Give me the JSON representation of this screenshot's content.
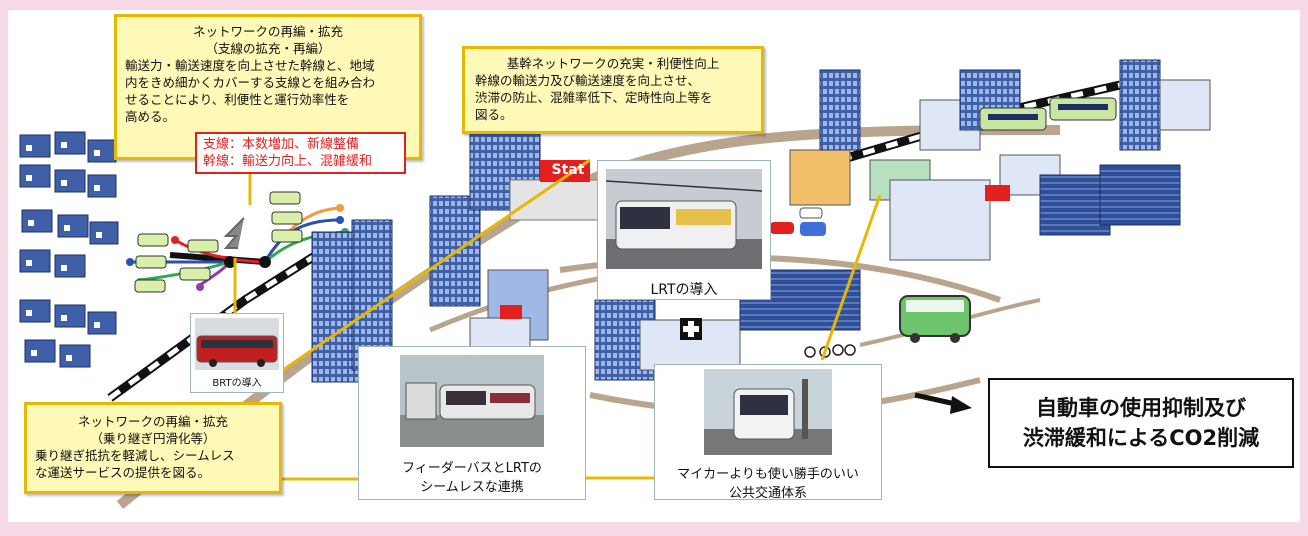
{
  "callout_network_branch": {
    "title": "ネットワークの再編・拡充",
    "subtitle": "（支線の拡充・再編）",
    "body": [
      "輸送力・輸送速度を向上させた幹線と、地域",
      "内をきめ細かくカバーする支線とを組み合わ",
      "せることにより、利便性と運行効率性を",
      "高める。"
    ],
    "red_box": [
      "支線：本数増加、新線整備",
      "幹線：輸送力向上、混雑緩和"
    ]
  },
  "callout_trunk": {
    "title": "基幹ネットワークの充実・利便性向上",
    "body": [
      "幹線の輸送力及び輸送速度を向上させ、",
      "渋滞の防止、混雑率低下、定時性向上等を",
      "図る。"
    ]
  },
  "callout_transfer": {
    "title": "ネットワークの再編・拡充",
    "subtitle": "（乗り継ぎ円滑化等）",
    "body": [
      "乗り継ぎ抵抗を軽減し、シームレス",
      "な運送サービスの提供を図る。"
    ]
  },
  "photo_lrt": {
    "caption": "LRTの導入"
  },
  "photo_brt": {
    "caption": "BRTの導入"
  },
  "photo_feeder": {
    "caption": [
      "フィーダーバスとLRTの",
      "シームレスな連携"
    ]
  },
  "photo_public": {
    "caption": [
      "マイカーよりも使い勝手のいい",
      "公共交通体系"
    ]
  },
  "station_sign": "Stat",
  "result": {
    "lines": [
      "自動車の使用抑制及び",
      "渋滞緩和によるCO2削減"
    ]
  },
  "colors": {
    "callout_border": "#e6b800",
    "callout_fill": "#fff9b8",
    "red": "#e32020",
    "frame": "#f6d8e6"
  }
}
